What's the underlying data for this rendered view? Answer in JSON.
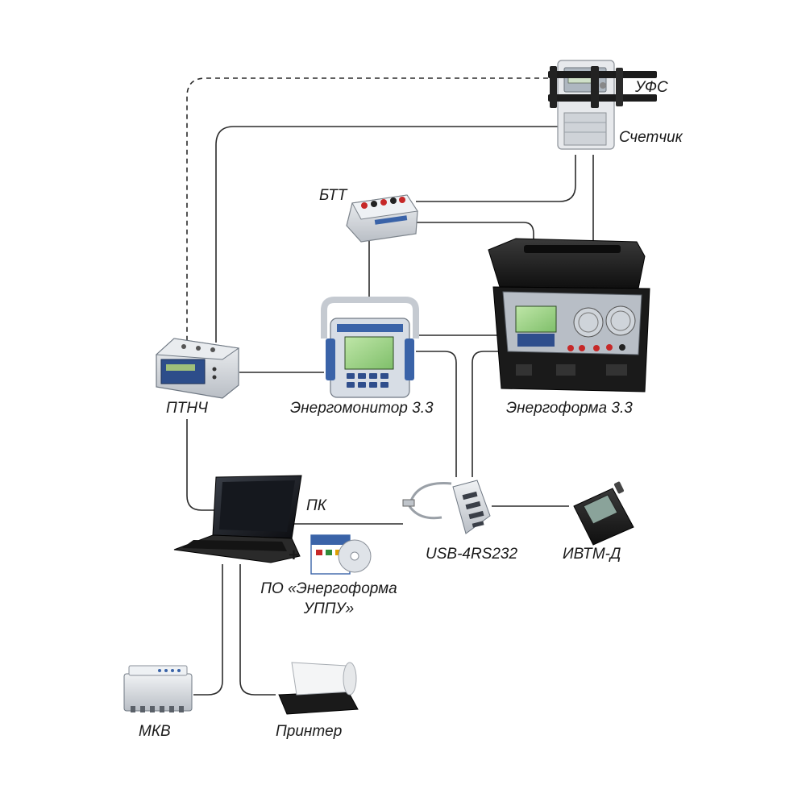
{
  "labels": {
    "ufs": "УФС",
    "counter": "Счетчик",
    "btt": "БТТ",
    "ptnch": "ПТНЧ",
    "energomonitor": "Энергомонитор 3.3",
    "energoforma": "Энергоформа 3.3",
    "pc": "ПК",
    "usb": "USB-4RS232",
    "ivtm": "ИВТМ-Д",
    "software_line1": "ПО «Энергоформа",
    "software_line2": "УППУ»",
    "plus": "+",
    "mkv": "МКВ",
    "printer": "Принтер"
  },
  "colors": {
    "line": "#2b2b2b",
    "device_grey": "#d9dde2",
    "device_blue": "#3a63a8",
    "screen_green": "#9fd28a",
    "case_black": "#1d1d1d"
  }
}
